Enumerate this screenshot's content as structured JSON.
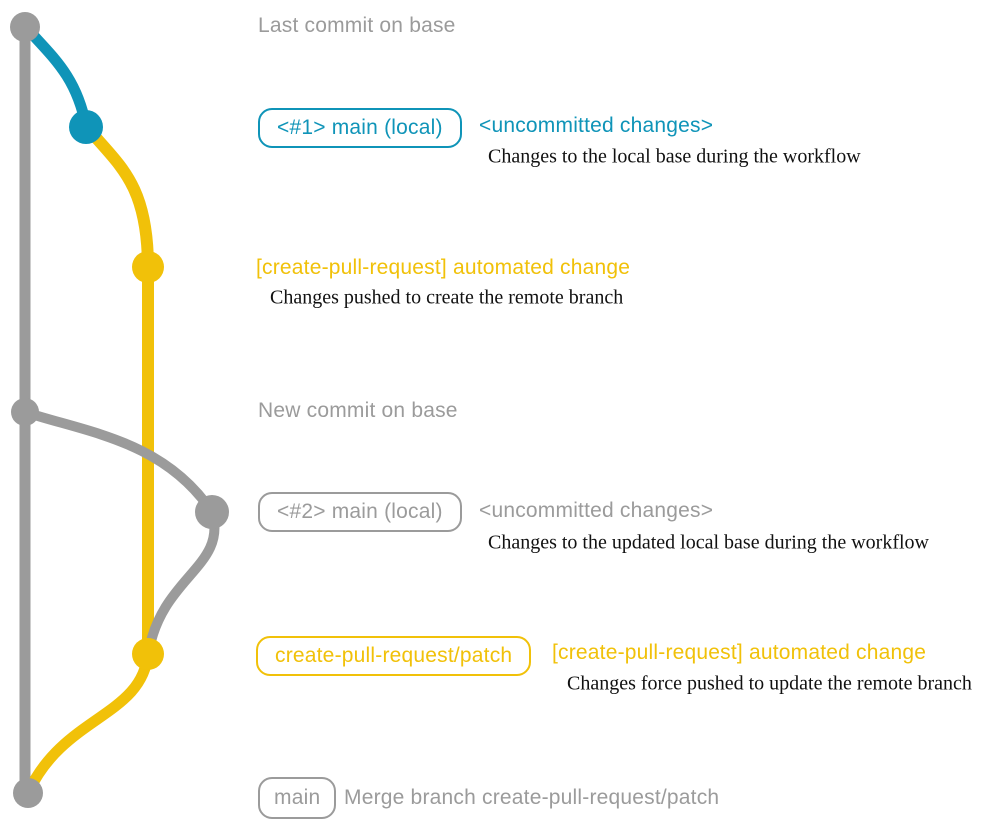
{
  "colors": {
    "base_branch": "#9b9b9b",
    "local_main_branch": "#0f94b8",
    "patch_branch": "#f1c109",
    "description_text": "#111111"
  },
  "rows": {
    "last_commit": {
      "message": "Last commit on base"
    },
    "local_main_1": {
      "tag": "<#1> main (local)",
      "message": "<uncommitted changes>",
      "description": "Changes to the local base during the workflow"
    },
    "push_create": {
      "message": "[create-pull-request] automated change",
      "description": "Changes pushed to create the remote branch"
    },
    "new_commit": {
      "message": "New commit on base"
    },
    "local_main_2": {
      "tag": "<#2> main (local)",
      "message": "<uncommitted changes>",
      "description": "Changes to the updated local base during the workflow"
    },
    "push_update": {
      "tag": "create-pull-request/patch",
      "message": "[create-pull-request] automated change",
      "description": "Changes force pushed to update the remote branch"
    },
    "merge_commit": {
      "tag": "main",
      "message": "Merge branch create-pull-request/patch"
    }
  }
}
